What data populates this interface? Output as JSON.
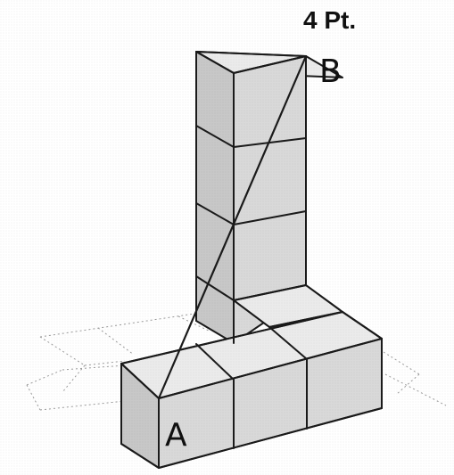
{
  "title": "4 Pt.",
  "labels": {
    "a": "A",
    "b": "B"
  },
  "colors": {
    "cube_front": "#d9d9d9",
    "cube_side": "#c8c8c8",
    "cube_top": "#ebebeb",
    "edge": "#1a1a1a",
    "grid": "#9a9a9a"
  }
}
